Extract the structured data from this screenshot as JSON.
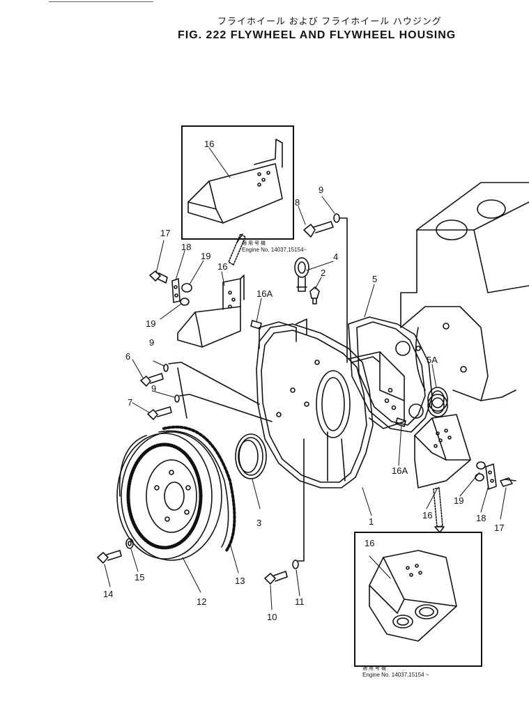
{
  "header": {
    "title_jp": "フライホイール および フライホイール ハウジング",
    "title_en": "FIG. 222 FLYWHEEL AND FLYWHEEL HOUSING"
  },
  "insets": {
    "top_note_jp": "適用号機",
    "top_note_en": "Engine No. 14037,15154~",
    "bottom_note_jp": "適用号機",
    "bottom_note_en": "Engine No. 14037,15154 ~"
  },
  "callouts": {
    "c1": "1",
    "c2": "2",
    "c3": "3",
    "c4": "4",
    "c5": "5",
    "c5a": "5A",
    "c6": "6",
    "c7": "7",
    "c8": "8",
    "c9a": "9",
    "c9b": "9",
    "c9c": "9",
    "c10": "10",
    "c11": "11",
    "c12": "12",
    "c13": "13",
    "c14": "14",
    "c15": "15",
    "c16_inset_top": "16",
    "c16_left": "16",
    "c16_right": "16",
    "c16_inset_bot": "16",
    "c16a_left": "16A",
    "c16a_right": "16A",
    "c17_left": "17",
    "c17_right": "17",
    "c18_left": "18",
    "c18_right": "18",
    "c19_left_top": "19",
    "c19_left_bot": "19",
    "c19_right": "19"
  }
}
